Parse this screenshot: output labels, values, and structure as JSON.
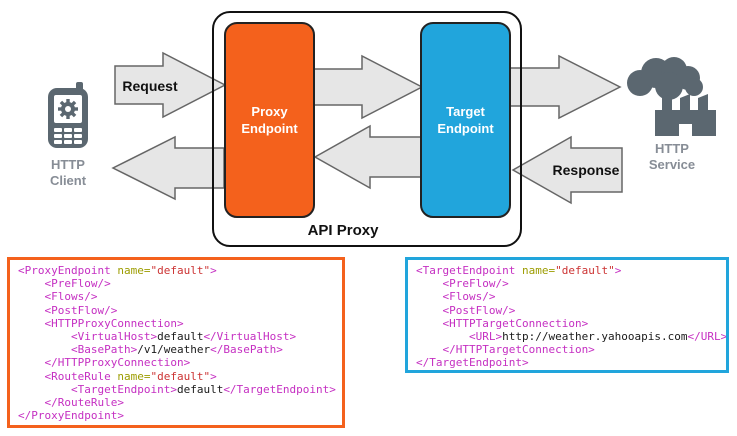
{
  "diagram": {
    "client": {
      "title_line1": "HTTP",
      "title_line2": "Client"
    },
    "service": {
      "title_line1": "HTTP",
      "title_line2": "Service"
    },
    "api_proxy": {
      "label": "API Proxy"
    },
    "proxy_endpoint": {
      "line1": "Proxy",
      "line2": "Endpoint",
      "color": "#F4611C"
    },
    "target_endpoint": {
      "line1": "Target",
      "line2": "Endpoint",
      "color": "#21A5DC"
    },
    "arrows": {
      "request_label": "Request",
      "response_label": "Response",
      "fill": "#E6E6E6",
      "stroke": "#666666"
    },
    "icon_color": "#5B6770",
    "label_color": "#878D96"
  },
  "code_palette": {
    "tag": "#C52FC2",
    "attr": "#9C9C00",
    "value": "#CC3333",
    "text": "#1A1A1A"
  },
  "code_blocks": {
    "proxy": {
      "border_color": "#F4611C",
      "lines": [
        [
          {
            "t": "<ProxyEndpoint ",
            "c": "tag"
          },
          {
            "t": "name=",
            "c": "attr"
          },
          {
            "t": "\"default\"",
            "c": "value"
          },
          {
            "t": ">",
            "c": "tag"
          }
        ],
        [
          {
            "t": "    <PreFlow/>",
            "c": "tag"
          }
        ],
        [
          {
            "t": "    <Flows/>",
            "c": "tag"
          }
        ],
        [
          {
            "t": "    <PostFlow/>",
            "c": "tag"
          }
        ],
        [
          {
            "t": "    <HTTPProxyConnection>",
            "c": "tag"
          }
        ],
        [
          {
            "t": "        <VirtualHost>",
            "c": "tag"
          },
          {
            "t": "default",
            "c": "text"
          },
          {
            "t": "</VirtualHost>",
            "c": "tag"
          }
        ],
        [
          {
            "t": "        <BasePath>",
            "c": "tag"
          },
          {
            "t": "/v1/weather",
            "c": "text"
          },
          {
            "t": "</BasePath>",
            "c": "tag"
          }
        ],
        [
          {
            "t": "    </HTTPProxyConnection>",
            "c": "tag"
          }
        ],
        [
          {
            "t": "    <RouteRule ",
            "c": "tag"
          },
          {
            "t": "name=",
            "c": "attr"
          },
          {
            "t": "\"default\"",
            "c": "value"
          },
          {
            "t": ">",
            "c": "tag"
          }
        ],
        [
          {
            "t": "        <TargetEndpoint>",
            "c": "tag"
          },
          {
            "t": "default",
            "c": "text"
          },
          {
            "t": "</TargetEndpoint>",
            "c": "tag"
          }
        ],
        [
          {
            "t": "    </RouteRule>",
            "c": "tag"
          }
        ],
        [
          {
            "t": "</ProxyEndpoint>",
            "c": "tag"
          }
        ]
      ]
    },
    "target": {
      "border_color": "#21A5DC",
      "lines": [
        [
          {
            "t": "<TargetEndpoint ",
            "c": "tag"
          },
          {
            "t": "name=",
            "c": "attr"
          },
          {
            "t": "\"default\"",
            "c": "value"
          },
          {
            "t": ">",
            "c": "tag"
          }
        ],
        [
          {
            "t": "    <PreFlow/>",
            "c": "tag"
          }
        ],
        [
          {
            "t": "    <Flows/>",
            "c": "tag"
          }
        ],
        [
          {
            "t": "    <PostFlow/>",
            "c": "tag"
          }
        ],
        [
          {
            "t": "    <HTTPTargetConnection>",
            "c": "tag"
          }
        ],
        [
          {
            "t": "        <URL>",
            "c": "tag"
          },
          {
            "t": "http://weather.yahooapis.com",
            "c": "text"
          },
          {
            "t": "</URL>",
            "c": "tag"
          }
        ],
        [
          {
            "t": "    </HTTPTargetConnection>",
            "c": "tag"
          }
        ],
        [
          {
            "t": "</TargetEndpoint>",
            "c": "tag"
          }
        ]
      ]
    }
  }
}
